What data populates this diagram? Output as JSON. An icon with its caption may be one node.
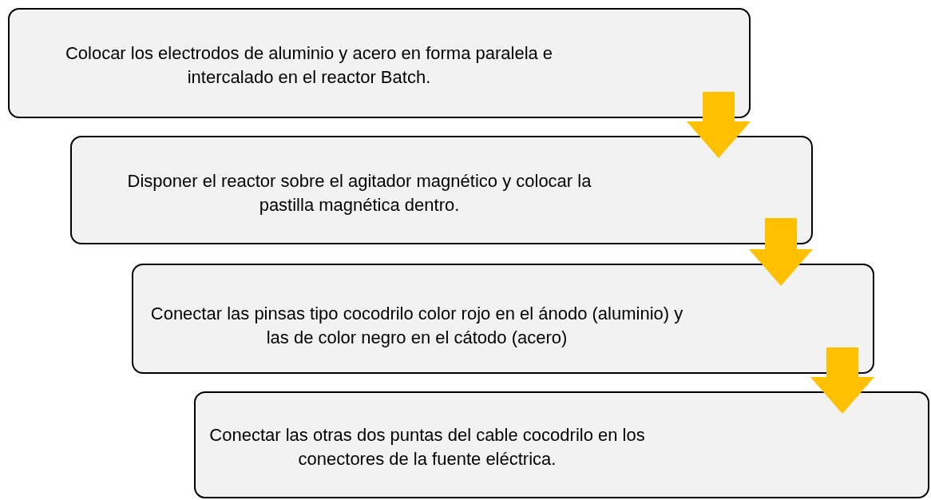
{
  "diagram": {
    "nodes": [
      {
        "text": [
          "Colocar los electrodos de aluminio y acero en forma paralela e intercalado en el reactor Batch."
        ]
      },
      {
        "text": [
          "Disponer el reactor sobre el agitador magnético y colocar la pastilla magnética dentro."
        ]
      },
      {
        "text": [
          "Conectar las pinsas tipo cocodrilo color rojo en el ánodo (aluminio) y las de color negro en el cátodo (acero)"
        ]
      },
      {
        "text": [
          "Conectar las otras dos puntas del cable cocodrilo en los conectores de la fuente eléctrica."
        ]
      }
    ],
    "edges": [
      {
        "from": 0,
        "to": 1,
        "arrow": "to"
      },
      {
        "from": 1,
        "to": 2,
        "arrow": "to"
      },
      {
        "from": 2,
        "to": 3,
        "arrow": "to"
      }
    ]
  }
}
